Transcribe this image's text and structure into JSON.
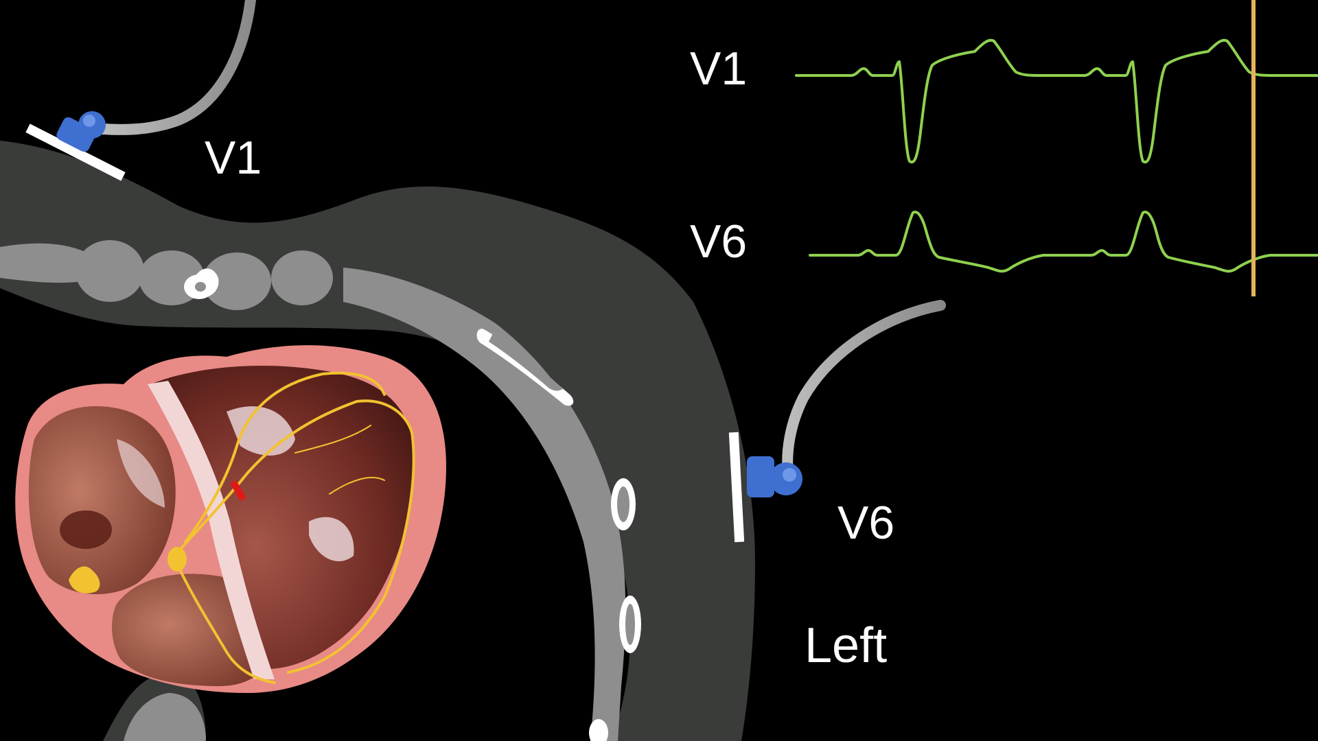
{
  "labels": {
    "electrode_v1": "V1",
    "electrode_v6": "V6",
    "trace_v1": "V1",
    "trace_v6": "V6",
    "side": "Left"
  },
  "colors": {
    "background": "#000000",
    "trace": "#8fd14f",
    "cursor": "#e6b25c",
    "chest_wall": "#3a3c3a",
    "bone": "#8e8e8e",
    "electrode_cap": "#3e6fd1",
    "myocardium": "#e88a86",
    "cavity": "#6e2a23",
    "conduction": "#f2c230",
    "block_marker": "#e01818"
  },
  "icons": [
    "electrode-v1-icon",
    "electrode-v6-icon",
    "heart-icon",
    "sa-node-icon",
    "av-node-icon",
    "bundle-branch-block-marker"
  ]
}
